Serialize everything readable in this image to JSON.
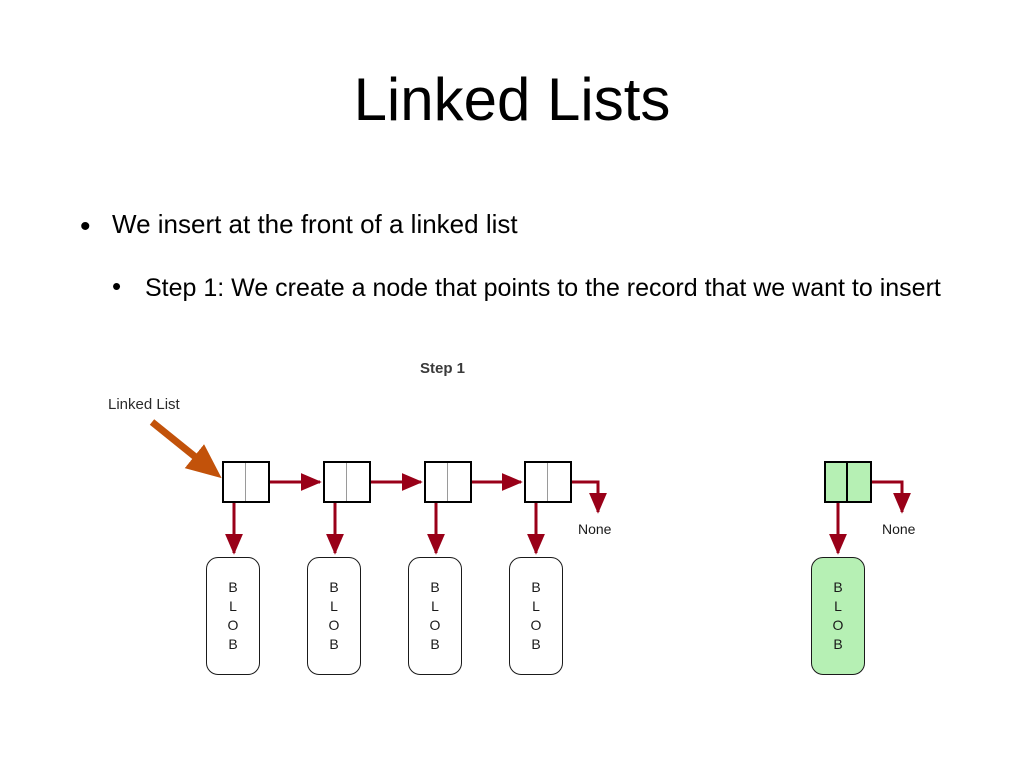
{
  "slide": {
    "title": "Linked Lists",
    "background_color": "#ffffff",
    "bullets": [
      {
        "level": 1,
        "glyph": "•",
        "text": "We insert at the front of a linked list"
      },
      {
        "level": 2,
        "glyph": "•",
        "text": "Step 1:  We create a node that points to the record that we want to insert"
      }
    ]
  },
  "diagram": {
    "step_label": "Step 1",
    "linked_list_label": "Linked List",
    "none_label_left": "None",
    "none_label_right": "None",
    "blob_letters": [
      "B",
      "L",
      "O",
      "B"
    ],
    "colors": {
      "arrow_red": "#990018",
      "callout_orange": "#c2520a",
      "node_border": "#000000",
      "new_node_fill": "#b6f0b4",
      "blob_border": "#1a1a1a",
      "text": "#000000"
    },
    "existing_node_count": 4,
    "new_node_count": 1
  }
}
